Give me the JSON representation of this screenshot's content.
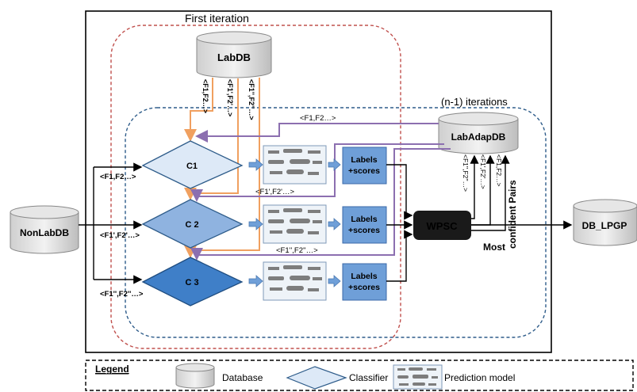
{
  "diagram": {
    "first_iteration_label": "First iteration",
    "n1_iterations_label": "(n-1) iterations",
    "databases": {
      "labdb": "LabDB",
      "nonlabdb": "NonLabDB",
      "labadapdb": "LabAdapDB",
      "db_lpgp": "DB_LPGP"
    },
    "classifiers": [
      "C1",
      "C 2",
      "C 3"
    ],
    "labels_scores": [
      "Labels\n+scores",
      "Labels\n+scores",
      "Labels\n+scores"
    ],
    "wpsc": "WPSC",
    "most_confident_pairs": "Most\nconfident Pairs",
    "feature_labels": {
      "input_c1": "<F1,F2…>",
      "input_c2": "<F1',F2'…>",
      "input_c3": "<F1'',F2''…>",
      "labdb_to_c1": "<F1,F2…>",
      "labdb_to_c2": "<F1',F2'…>",
      "labdb_to_c3": "<F1'',F2''…>",
      "adap_to_c1": "<F1,F2…>",
      "adap_to_c2": "<F1',F2'…>",
      "adap_to_c3": "<F1'',F2''…>",
      "wpsc_to_adap_1": "<F1'',F2''…>",
      "wpsc_to_adap_2": "<F1',F2'…>",
      "wpsc_to_adap_3": "<F1,F2…>"
    }
  },
  "legend": {
    "title": "Legend",
    "database": "Database",
    "classifier": "Classifier",
    "prediction_model": "Prediction model"
  },
  "colors": {
    "orange": "#f0a060",
    "purple": "#8c6fb0",
    "red_dash": "#c0504d",
    "blue_dash": "#2e5c8a",
    "classifier_light": "#dde9f7",
    "classifier_mid": "#8fb3e0",
    "classifier_dark": "#3f7fc8",
    "labels_box": "#6f9fd8",
    "wpsc_box": "#1a1a1a"
  }
}
